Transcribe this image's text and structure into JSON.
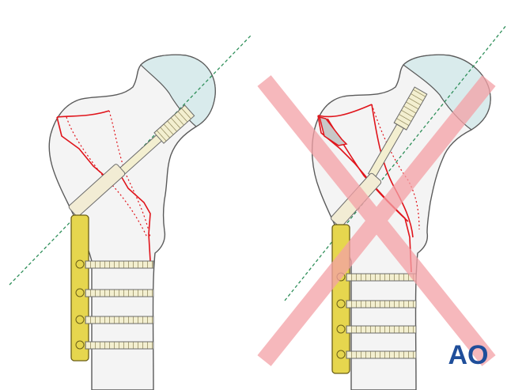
{
  "colors": {
    "bone_fill": "#f4f4f4",
    "bone_stroke": "#5a5a5a",
    "cartilage_fill": "#d9ebec",
    "fracture_line": "#e0141b",
    "guide_line": "#2f8f5a",
    "plate_fill": "#e6d64e",
    "plate_stroke": "#6b5f17",
    "screw_fill": "#f3efd0",
    "cross_mark": "#f4a1a6",
    "logo_blue": "#1f4e9a"
  },
  "panels": [
    {
      "id": "correct",
      "label": "",
      "crossed_out": false
    },
    {
      "id": "incorrect",
      "label": "",
      "crossed_out": true
    }
  ],
  "logo": {
    "text": "AO"
  }
}
